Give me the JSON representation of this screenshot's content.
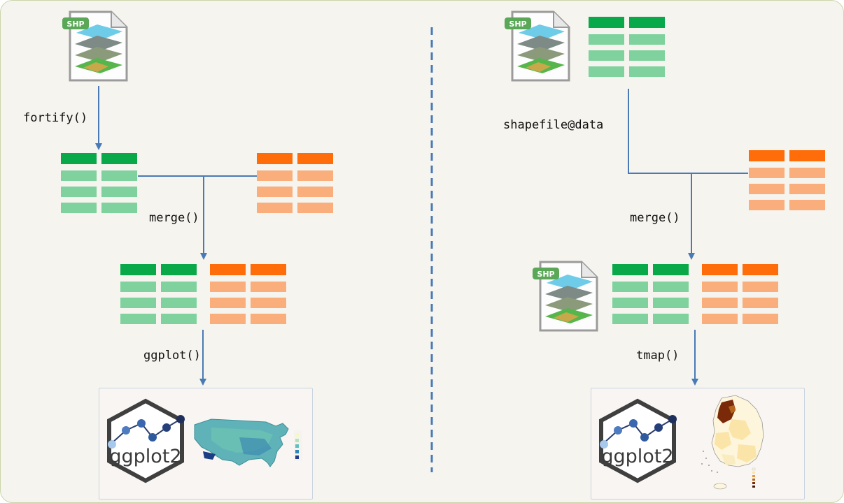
{
  "left": {
    "shp_badge": "SHP",
    "fortify_label": "fortify()",
    "merge_label": "merge()",
    "ggplot_label": "ggplot()",
    "panel_logo": "ggplot2"
  },
  "right": {
    "shp_badge_top": "SHP",
    "shp_badge_bottom": "SHP",
    "data_label": "shapefile@data",
    "merge_label": "merge()",
    "tmap_label": "tmap()",
    "panel_logo": "ggplot2"
  },
  "colors": {
    "arrow": "#4a7ab5",
    "divider": "#4a7ab5",
    "green_header": "#09a94a",
    "green_body": "#7fd29e",
    "orange_header": "#ff6d0a",
    "orange_body": "#f9ae7b"
  }
}
